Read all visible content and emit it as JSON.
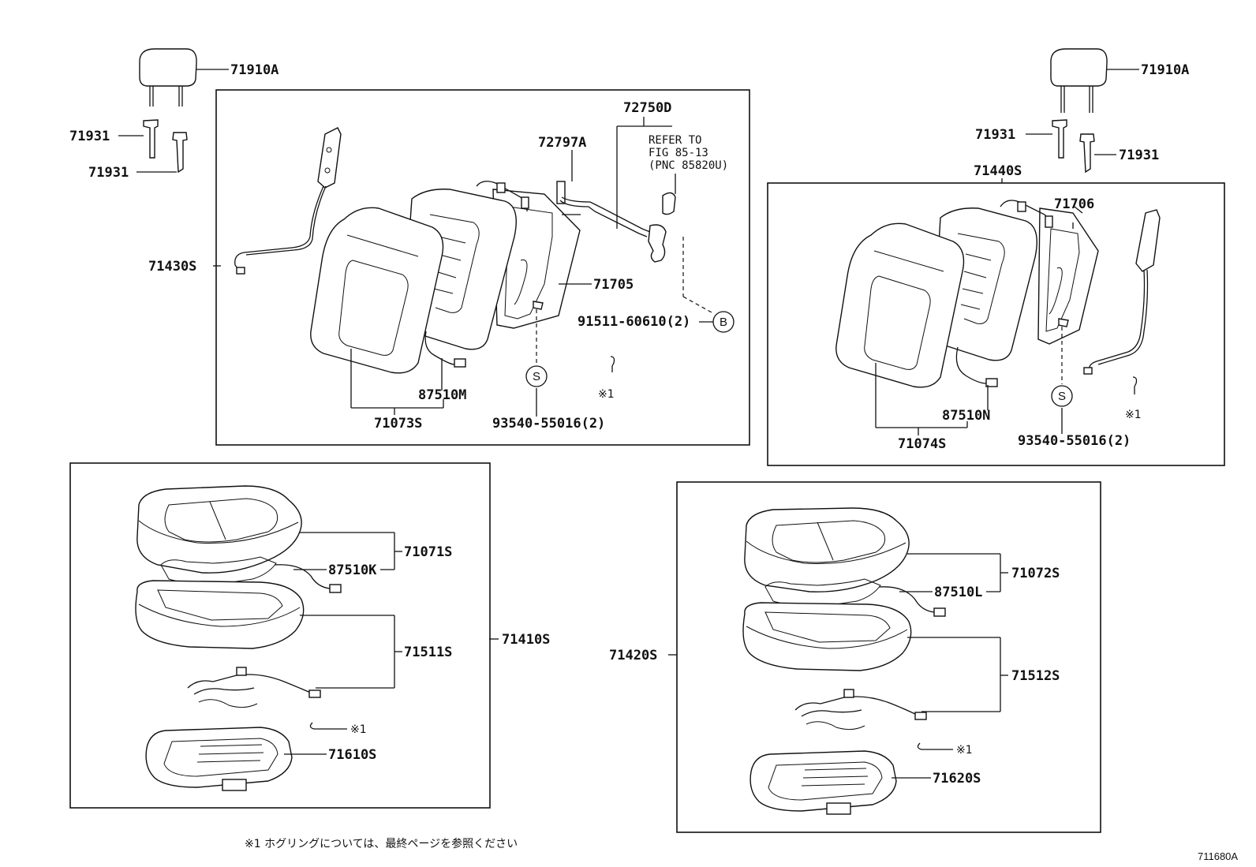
{
  "labels": {
    "l_71910A_left": "71910A",
    "l_71931_a": "71931",
    "l_71931_b": "71931",
    "l_72750D": "72750D",
    "l_refer1": "REFER TO",
    "l_refer2": "FIG 85-13",
    "l_refer3": "(PNC 85820U)",
    "l_72797A": "72797A",
    "l_71430S": "71430S",
    "l_71705": "71705",
    "l_91511": "91511-60610(2)",
    "l_87510M": "87510M",
    "l_71073S": "71073S",
    "l_93540_left": "93540-55016(2)",
    "l_note1_left": "※1",
    "l_71910A_right": "71910A",
    "l_71931_c": "71931",
    "l_71931_d": "71931",
    "l_71440S": "71440S",
    "l_71706": "71706",
    "l_87510N": "87510N",
    "l_71074S": "71074S",
    "l_93540_right": "93540-55016(2)",
    "l_note1_right": "※1",
    "l_71071S": "71071S",
    "l_87510K": "87510K",
    "l_71410S": "71410S",
    "l_71511S": "71511S",
    "l_note1_bl": "※1",
    "l_71610S": "71610S",
    "l_71072S": "71072S",
    "l_87510L": "87510L",
    "l_71420S": "71420S",
    "l_71512S": "71512S",
    "l_note1_br": "※1",
    "l_71620S": "71620S",
    "circle_B": "B",
    "circle_S_left": "S",
    "circle_S_right": "S"
  },
  "footnote": "※1  ホグリングについては、最終ページを参照ください",
  "figure_code": "711680A"
}
